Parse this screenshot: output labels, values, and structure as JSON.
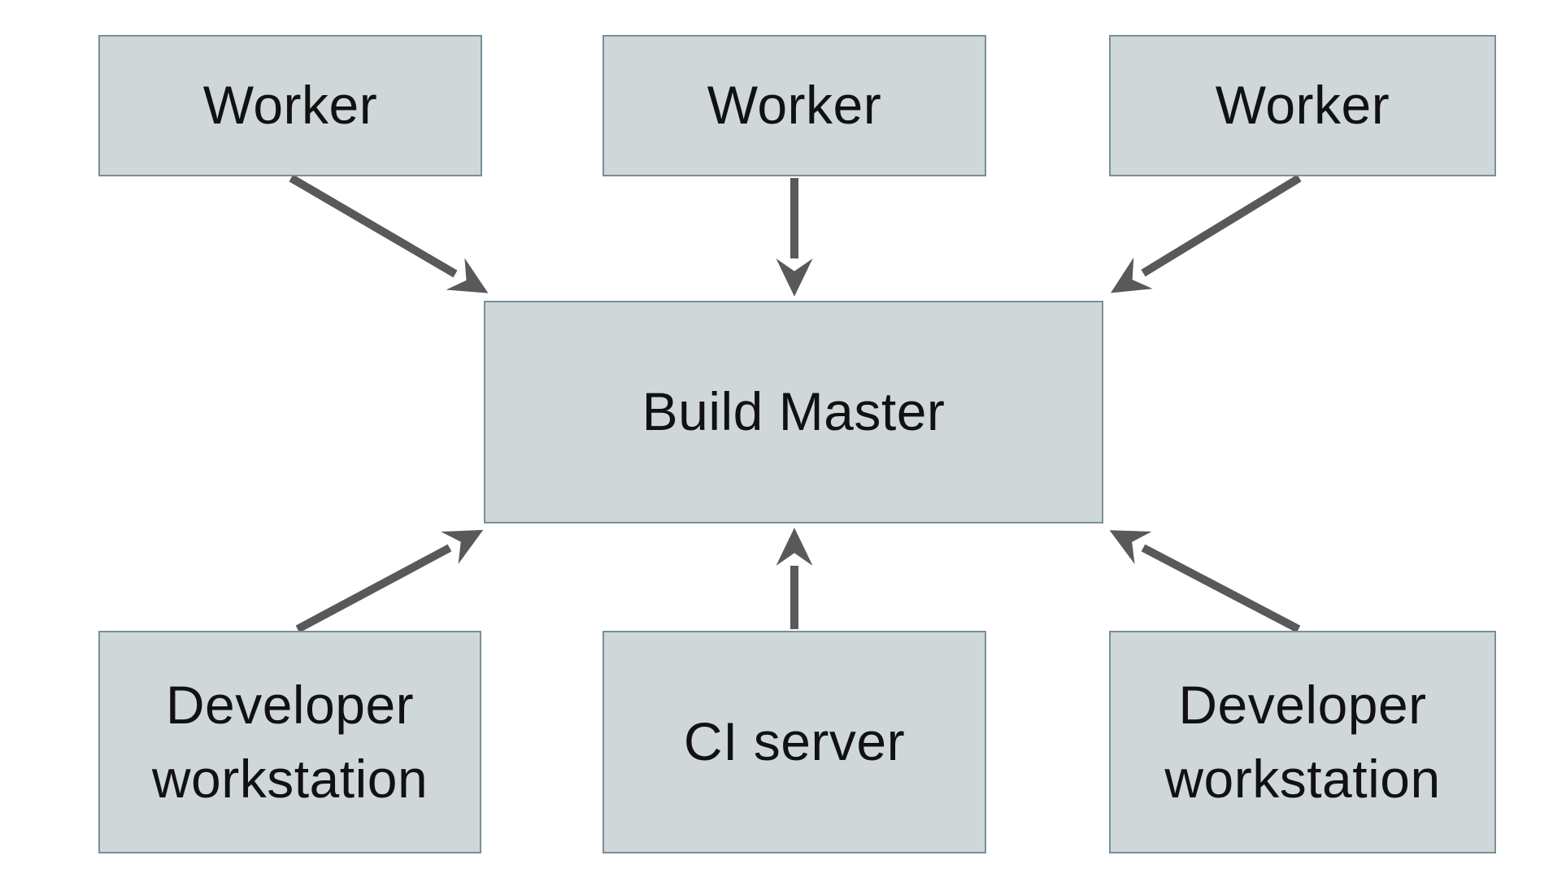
{
  "diagram": {
    "type": "architecture-diagram",
    "nodes": {
      "worker_left": {
        "label": "Worker"
      },
      "worker_center": {
        "label": "Worker"
      },
      "worker_right": {
        "label": "Worker"
      },
      "build_master": {
        "label": "Build Master"
      },
      "dev_workstation_left": {
        "label": "Developer workstation"
      },
      "ci_server": {
        "label": "CI server"
      },
      "dev_workstation_right": {
        "label": "Developer workstation"
      }
    },
    "edges": [
      {
        "from": "worker_left",
        "to": "build_master"
      },
      {
        "from": "worker_center",
        "to": "build_master"
      },
      {
        "from": "worker_right",
        "to": "build_master"
      },
      {
        "from": "dev_workstation_left",
        "to": "build_master"
      },
      {
        "from": "ci_server",
        "to": "build_master"
      },
      {
        "from": "dev_workstation_right",
        "to": "build_master"
      }
    ],
    "colors": {
      "background": "#ffffff",
      "node_fill": "#cfd7d9",
      "node_border": "#7a8f99",
      "arrow": "#58595b",
      "text": "#111111"
    }
  }
}
